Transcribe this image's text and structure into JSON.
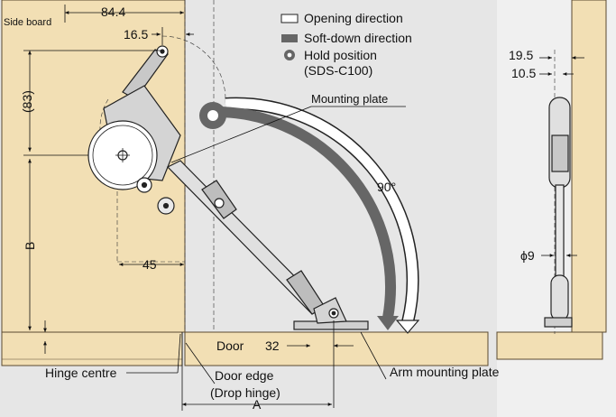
{
  "legend": {
    "opening": "Opening direction",
    "softdown": "Soft-down direction",
    "hold_line1": "Hold position",
    "hold_line2": "(SDS-C100)"
  },
  "labels": {
    "side_board": "Side board",
    "mounting_plate": "Mounting plate",
    "door": "Door",
    "hinge_centre": "Hinge centre",
    "door_edge": "Door edge",
    "drop_hinge": "(Drop hinge)",
    "arm_mounting_plate": "Arm mounting plate",
    "angle": "90°"
  },
  "dimensions": {
    "d84": "84.4",
    "d16": "16.5",
    "d83": "(83)",
    "dB": "B",
    "d45": "45",
    "d32": "32",
    "dA": "A",
    "d19": "19.5",
    "d10": "10.5",
    "d9": "ϕ9"
  },
  "colors": {
    "wood": "#f2dfb4",
    "wood_edge": "#5a4a30",
    "arrow_dark": "#666666",
    "background": "#e6e6e6"
  }
}
